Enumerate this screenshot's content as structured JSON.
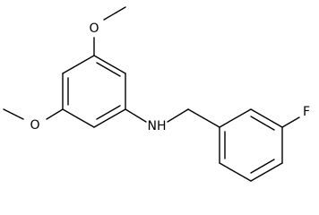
{
  "molecule": {
    "atoms": {
      "o_top": "O",
      "o_left": "O",
      "nh": "NH",
      "f": "F"
    }
  },
  "colors": {
    "background": "#ffffff",
    "bond": "#000000",
    "label": "#000000"
  }
}
